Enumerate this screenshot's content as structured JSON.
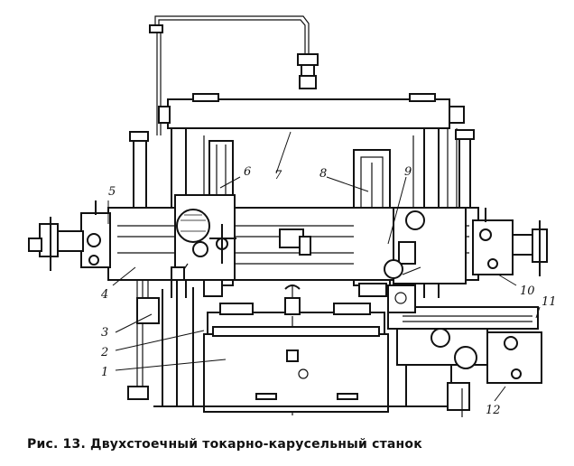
{
  "callouts": [
    {
      "id": "1",
      "text": "1"
    },
    {
      "id": "2",
      "text": "2"
    },
    {
      "id": "3",
      "text": "3"
    },
    {
      "id": "4",
      "text": "4"
    },
    {
      "id": "5",
      "text": "5"
    },
    {
      "id": "6",
      "text": "6"
    },
    {
      "id": "7",
      "text": "7"
    },
    {
      "id": "8",
      "text": "8"
    },
    {
      "id": "9",
      "text": "9"
    },
    {
      "id": "10",
      "text": "10"
    },
    {
      "id": "11",
      "text": "11"
    },
    {
      "id": "12",
      "text": "12"
    }
  ],
  "caption": "Рис. 13. Двухстоечный токарно-карусельный станок"
}
